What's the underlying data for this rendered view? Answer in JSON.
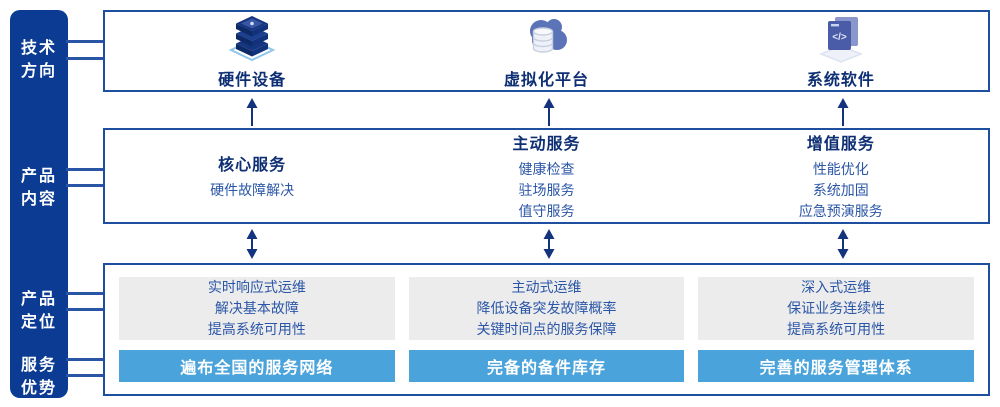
{
  "sidebar": {
    "groups": [
      {
        "l1": "技术",
        "l2": "方向"
      },
      {
        "l1": "产品",
        "l2": "内容"
      },
      {
        "l1": "产品",
        "l2": "定位"
      },
      {
        "l1": "服务",
        "l2": "优势"
      }
    ]
  },
  "tech": {
    "items": [
      {
        "icon": "server-stack-icon",
        "label": "硬件设备"
      },
      {
        "icon": "cloud-database-icon",
        "label": "虚拟化平台"
      },
      {
        "icon": "code-window-icon",
        "label": "系统软件"
      }
    ]
  },
  "services": {
    "columns": [
      {
        "title": "核心服务",
        "items": [
          "硬件故障解决"
        ]
      },
      {
        "title": "主动服务",
        "items": [
          "健康检查",
          "驻场服务",
          "值守服务"
        ]
      },
      {
        "title": "增值服务",
        "items": [
          "性能优化",
          "系统加固",
          "应急预演服务"
        ]
      }
    ]
  },
  "bottom": {
    "columns": [
      {
        "lines": [
          "实时响应式运维",
          "解决基本故障",
          "提高系统可用性"
        ],
        "advantage": "遍布全国的服务网络"
      },
      {
        "lines": [
          "主动式运维",
          "降低设备突发故障概率",
          "关键时间点的服务保障"
        ],
        "advantage": "完备的备件库存"
      },
      {
        "lines": [
          "深入式运维",
          "保证业务连续性",
          "提高系统可用性"
        ],
        "advantage": "完善的服务管理体系"
      }
    ]
  },
  "colors": {
    "sidebar_bg": "#0b3b92",
    "box_border": "#1d4f9e",
    "title_text": "#0e2f73",
    "body_text": "#2b56a7",
    "bar_bg": "#4aa3da",
    "gray_bg": "#ececec",
    "arrow": "#14337f",
    "connector": "#2a55a5"
  }
}
